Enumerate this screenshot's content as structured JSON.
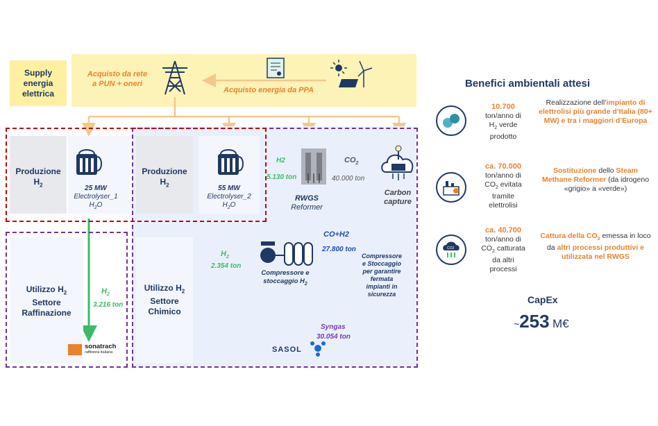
{
  "supply": {
    "label_1": "Supply",
    "label_2": "energia",
    "label_3": "elettrica"
  },
  "grid_purchase": {
    "line1": "Acquisto da rete",
    "line2": "a PUN + oneri"
  },
  "ppa_purchase": "Acquisto energia da PPA",
  "production_h2_1": {
    "label": "Produzione",
    "sub": "H",
    "sub2": "2"
  },
  "production_h2_2": {
    "label": "Produzione",
    "sub": "H",
    "sub2": "2"
  },
  "electrolyser_1": {
    "power": "25 MW",
    "name": "Electrolyser_1",
    "input": "H",
    "input_sub": "2",
    "input_end": "O"
  },
  "electrolyser_2": {
    "power": "55 MW",
    "name": "Electrolyser_2",
    "input": "H",
    "input_sub": "2",
    "input_end": "O"
  },
  "h2_to_rwgs": {
    "label": "H2",
    "value": "5.130 ton"
  },
  "co2_to_rwgs": {
    "label": "CO",
    "label_sub": "2",
    "value": "40.000 ton"
  },
  "rwgs": {
    "name": "RWGS",
    "type": "Reformer"
  },
  "carbon_capture": {
    "line1": "Carbon",
    "line2": "capture"
  },
  "refining": {
    "line1": "Utilizzo H",
    "line1_sub": "2",
    "line2": "Settore",
    "line3": "Raffinazione"
  },
  "chemical": {
    "line1": "Utilizzo H",
    "line1_sub": "2",
    "line2": "Settore",
    "line3": "Chimico"
  },
  "h2_refining": {
    "label": "H",
    "label_sub": "2",
    "value": "3.216 ton"
  },
  "h2_chemical": {
    "label": "H",
    "label_sub": "2",
    "value": "2.354 ton"
  },
  "cohh2": {
    "label": "CO+H2",
    "value": "27.800 ton"
  },
  "compressor": {
    "line1": "Compressore e",
    "line2": "stoccaggio H",
    "line2_sub": "2"
  },
  "compressor_note": {
    "l1": "Compressore",
    "l2": "e Stoccaggio",
    "l3": "per garantire",
    "l4": "fermata",
    "l5": "impianti in",
    "l6": "sicurezza"
  },
  "syngas": {
    "label": "Syngas",
    "value": "30.054 ton"
  },
  "sonatrach": {
    "name": "sonatrach",
    "sub": "raffineria italiana"
  },
  "sasol": "sasol",
  "benefits": {
    "title": "Benefici ambientali attesi",
    "items": [
      {
        "icon": "h2-molecule-icon",
        "value": "10.700",
        "d1": "ton/anno di",
        "d2": "H",
        "d2_sub": "2",
        "d2_end": " verde",
        "d3": "prodotto",
        "r_pre": "Realizzazione dell’",
        "r_bold": "impianto di elettrolisi più grande d’Italia (80+ MW) e tra i maggiori d’Europa",
        "r_post": ""
      },
      {
        "icon": "factory-icon",
        "value": "ca. 70.000",
        "d1": "ton/anno di",
        "d2": "CO",
        "d2_sub": "2",
        "d2_end": " evitata",
        "d3": "tramite",
        "d4": "elettrolisi",
        "r_bold1": "Sostituzione",
        "r_mid": " dello ",
        "r_bold2": "Steam Methane Reformer",
        "r_post": " (da idrogeno «grigio» a «verde»)"
      },
      {
        "icon": "co2-cloud-icon",
        "value": "ca. 40.700",
        "d1": "ton/anno di",
        "d2": "CO",
        "d2_sub": "2",
        "d2_end": " catturata",
        "d3": "da altri",
        "d4": "processi",
        "r_bold1": "Cattura della CO",
        "r_sub": "2",
        "r_mid": " emessa in loco da ",
        "r_bold2": "altri processi produttivi e utilizzata nel RWGS",
        "r_post": ""
      }
    ]
  },
  "capex": {
    "label": "CapEx",
    "prefix": "~",
    "value": "253",
    "unit": "M€"
  },
  "colors": {
    "orange": "#e9822a",
    "navy": "#1f3864",
    "green": "#3cba6a",
    "blue": "#1a4bbf",
    "purple": "#7030a0",
    "red": "#c00000",
    "yellow": "#fdf3b6"
  }
}
